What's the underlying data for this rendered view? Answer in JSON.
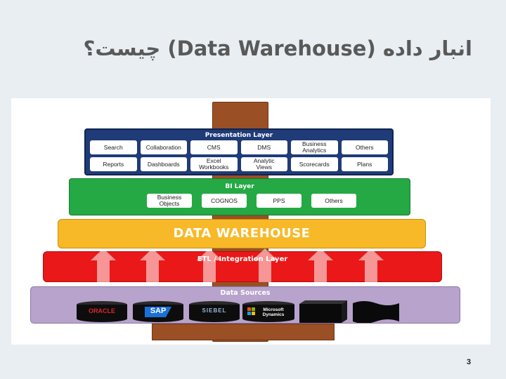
{
  "slide": {
    "title": "انبار داده (Data Warehouse) چیست؟",
    "page_number": "3"
  },
  "diagram": {
    "presentation_layer": {
      "title": "Presentation Layer",
      "items": [
        "Search",
        "Collaboration",
        "CMS",
        "DMS",
        "Business\nAnalytics",
        "Others",
        "Reports",
        "Dashboards",
        "Excel\nWorkbooks",
        "Analytic\nViews",
        "Scorecards",
        "Plans"
      ]
    },
    "bi_layer": {
      "title": "BI Layer",
      "items": [
        "Business\nObjects",
        "COGNOS",
        "PPS",
        "Others"
      ]
    },
    "data_warehouse": {
      "title": "DATA WAREHOUSE"
    },
    "etl_layer": {
      "title": "ETL / Integration Layer"
    },
    "data_sources": {
      "title": "Data Sources",
      "logos": [
        "ORACLE",
        "SAP",
        "SIEBEL",
        "Microsoft\nDynamics"
      ]
    }
  }
}
